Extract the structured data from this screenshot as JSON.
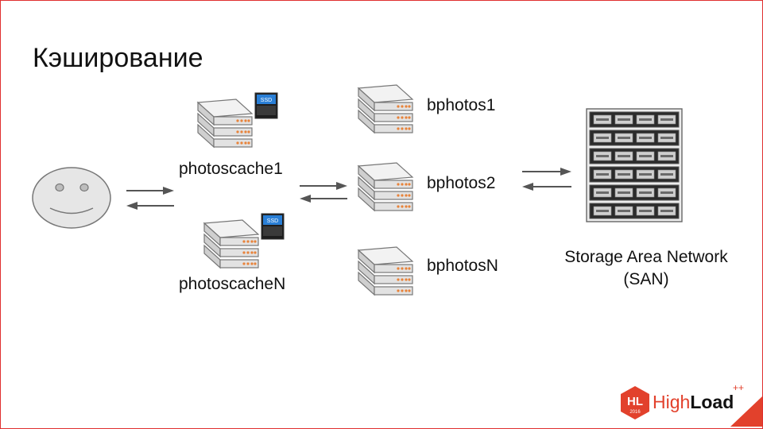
{
  "slide": {
    "title": "Кэширование",
    "nodes": {
      "photoscache1": "photoscache1",
      "photoscacheN": "photoscacheN",
      "bphotos1": "bphotos1",
      "bphotos2": "bphotos2",
      "bphotosN": "bphotosN",
      "san_line1": "Storage Area Network",
      "san_line2": "(SAN)"
    },
    "ssd_label": "SSD"
  },
  "logo": {
    "badge": "HL",
    "year": "2016",
    "word_light": "High",
    "word_bold": "Load",
    "plus": "++"
  },
  "colors": {
    "accent": "#e2412c",
    "border": "#e03030",
    "arrow": "#555555",
    "server_body": "#e2e2e2",
    "server_top": "#f2f2f2",
    "server_led": "#e8833a",
    "face": "#e6e6e6"
  },
  "icons": {
    "user": "smiley-face-icon",
    "cache": "server-stack-ssd-icon",
    "backend": "server-stack-icon",
    "storage": "storage-rack-icon"
  }
}
